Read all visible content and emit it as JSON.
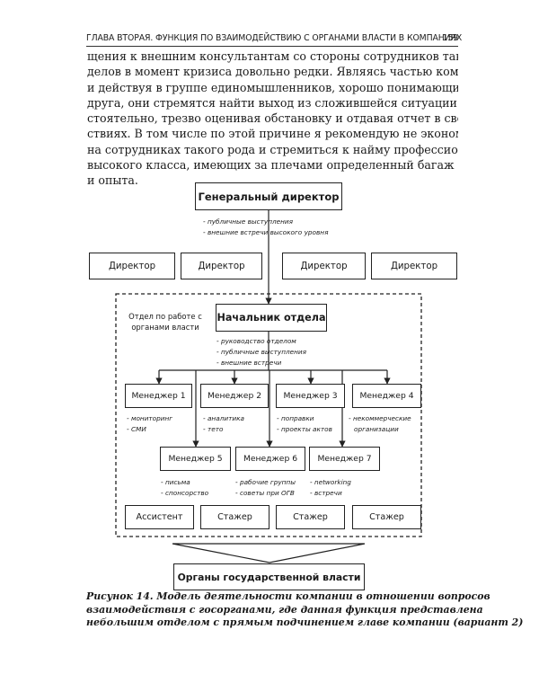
{
  "header": {
    "title": "ГЛАВА ВТОРАЯ. ФУНКЦИЯ ПО ВЗАИМОДЕЙСТВИЮ С ОРГАНАМИ ВЛАСТИ В КОМПАНИЯХ",
    "page_number": "159"
  },
  "body_lines": [
    "щения к внешним консультантам со стороны сотрудников таких от-",
    "делов в момент кризиса довольно редки. Являясь частью компании",
    "и действуя в группе единомышленников, хорошо понимающих друг",
    "друга, они стремятся найти выход из сложившейся ситуации само-",
    "стоятельно, трезво оценивая обстановку и отдавая отчет в своих дей-",
    "ствиях. В том числе по этой причине я рекомендую не экономить",
    "на сотрудниках такого рода и стремиться к найму профессионалов",
    "высокого класса, имеющих за плечами определенный багаж знаний",
    "и опыта."
  ],
  "diagram": {
    "general_director": {
      "label": "Генеральный директор",
      "notes": [
        "- публичные выступления",
        "- внешние встречи высокого уровня"
      ]
    },
    "directors": [
      "Директор",
      "Директор",
      "Директор",
      "Директор"
    ],
    "department_label": [
      "Отдел по работе с",
      "органами власти"
    ],
    "department_head": {
      "label": "Начальник отдела",
      "notes": [
        "- руководство отделом",
        "- публичные выступления",
        "- внешние встречи"
      ]
    },
    "managers_row1": [
      {
        "label": "Менеджер 1",
        "notes": [
          "- мониторинг",
          "- СМИ"
        ]
      },
      {
        "label": "Менеджер 2",
        "notes": [
          "- аналитика",
          "- тето"
        ]
      },
      {
        "label": "Менеджер 3",
        "notes": [
          "- поправки",
          "- проекты актов"
        ]
      },
      {
        "label": "Менеджер 4",
        "notes": [
          "- некоммерческие",
          "организации"
        ]
      }
    ],
    "managers_row2": [
      {
        "label": "Менеджер 5",
        "notes": [
          "- письма",
          "- спонсорство"
        ]
      },
      {
        "label": "Менеджер 6",
        "notes": [
          "- рабочие группы",
          "- советы при ОГВ"
        ]
      },
      {
        "label": "Менеджер 7",
        "notes": [
          "- networking",
          "- встречи"
        ]
      }
    ],
    "staff": [
      "Ассистент",
      "Стажер",
      "Стажер",
      "Стажер"
    ],
    "government": "Органы государственной власти"
  },
  "caption": [
    "Рисунок 14. Модель деятельности компании в отношении вопросов",
    "взаимодействия с госорганами, где данная функция представлена",
    "небольшим отделом с прямым подчинением главе компании (вариант 2)"
  ]
}
